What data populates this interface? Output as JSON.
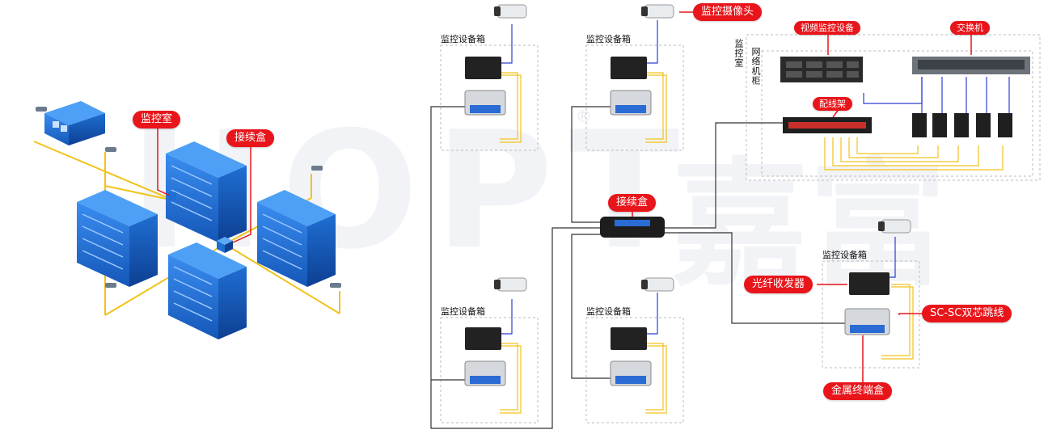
{
  "labels": {
    "monitor_room": "监控室",
    "splice_box": "接续盒",
    "camera": "监控摄像头",
    "video_device": "视频监控设备",
    "switch": "交换机",
    "patch_panel": "配线架",
    "network_cabinet": "网络机柜",
    "equipment_box": "监控设备箱",
    "optical_transceiver": "光纤收发器",
    "sc_jumper": "SC-SC双芯跳线",
    "metal_terminal_box": "金属终端盒"
  },
  "watermark": {
    "text_latin": "HOPT",
    "text_cn": "嘉富",
    "registered": "®"
  },
  "colors": {
    "tag_red": "#e8151b",
    "building_blue": "#1f74d6",
    "fiber_yellow": "#f2c21a",
    "cable_black": "#333333",
    "link_blue": "#2a3fd1"
  }
}
